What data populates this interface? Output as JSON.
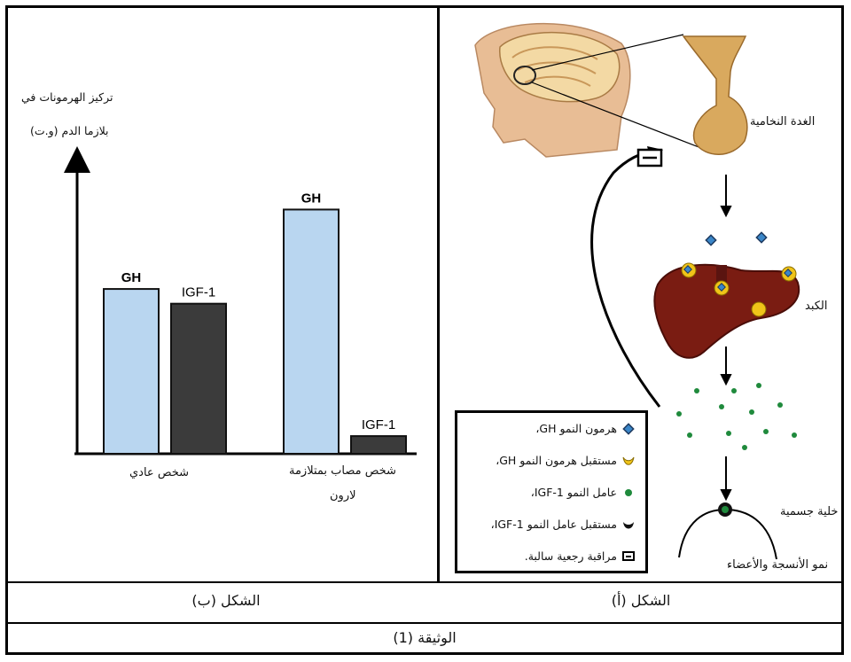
{
  "figure_a": {
    "caption": "الشكل (أ)",
    "labels": {
      "pituitary": "الغدة النخامية",
      "liver": "الكبد",
      "body_cell": "خلية جسمية",
      "growth": "نمو الأنسجة والأعضاء"
    },
    "legend": {
      "items": [
        {
          "icon": "gh-hormone-icon",
          "text": "هرمون النمو GH،",
          "color": "#3a86c8"
        },
        {
          "icon": "gh-receptor-icon",
          "text": "مستقبل هرمون النمو GH،",
          "color": "#f0c419"
        },
        {
          "icon": "igf1-factor-icon",
          "text": "عامل النمو IGF-1،",
          "color": "#1f8a3c"
        },
        {
          "icon": "igf1-receptor-icon",
          "text": "مستقبل عامل النمو IGF-1،",
          "color": "#111111"
        },
        {
          "icon": "negative-feedback-icon",
          "text": "مراقبة رجعية سالبة.",
          "color": "#000000"
        }
      ]
    }
  },
  "figure_b": {
    "caption": "الشكل (ب)",
    "ylabel_line1": "تركيز الهرمونات في",
    "ylabel_line2": "بلازما الدم (و.ت)",
    "group1_label": "شخص عادي",
    "group2_label_line1": "شخص مصاب بمتلازمة",
    "group2_label_line2": "لارون"
  },
  "document_title": "الوثيقة (1)",
  "chart_data": {
    "type": "bar",
    "categories": [
      "شخص عادي",
      "شخص مصاب بمتلازمة لارون"
    ],
    "series": [
      {
        "name": "GH",
        "values": [
          5.6,
          8.3
        ],
        "color": "#b9d6f0"
      },
      {
        "name": "IGF-1",
        "values": [
          5.1,
          0.6
        ],
        "color": "#3b3b3b"
      }
    ],
    "ylim": [
      0,
      10
    ],
    "ylabel": "تركيز الهرمونات في بلازما الدم (و.ت)",
    "grid": false,
    "legend": "none"
  }
}
